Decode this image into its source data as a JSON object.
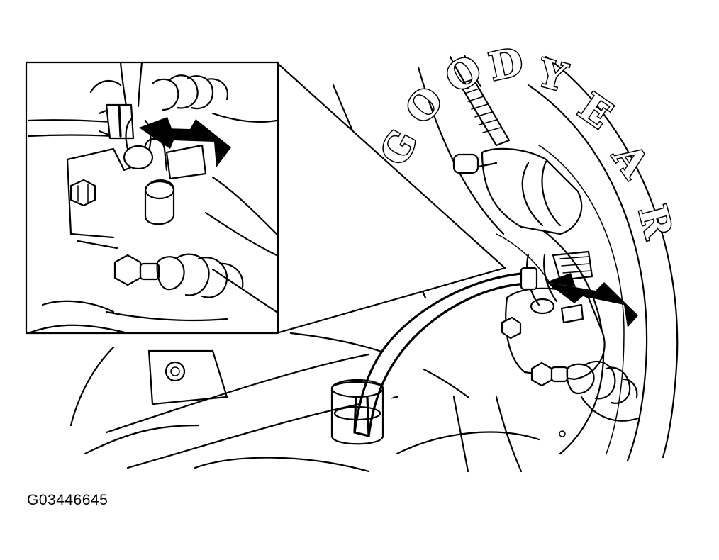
{
  "figure": {
    "id_label": "G03446645",
    "tire_brand_letters": [
      "G",
      "O",
      "O",
      "D",
      "Y",
      "E",
      "A",
      "R"
    ],
    "colors": {
      "ink": "#000000",
      "paper": "#ffffff"
    }
  }
}
